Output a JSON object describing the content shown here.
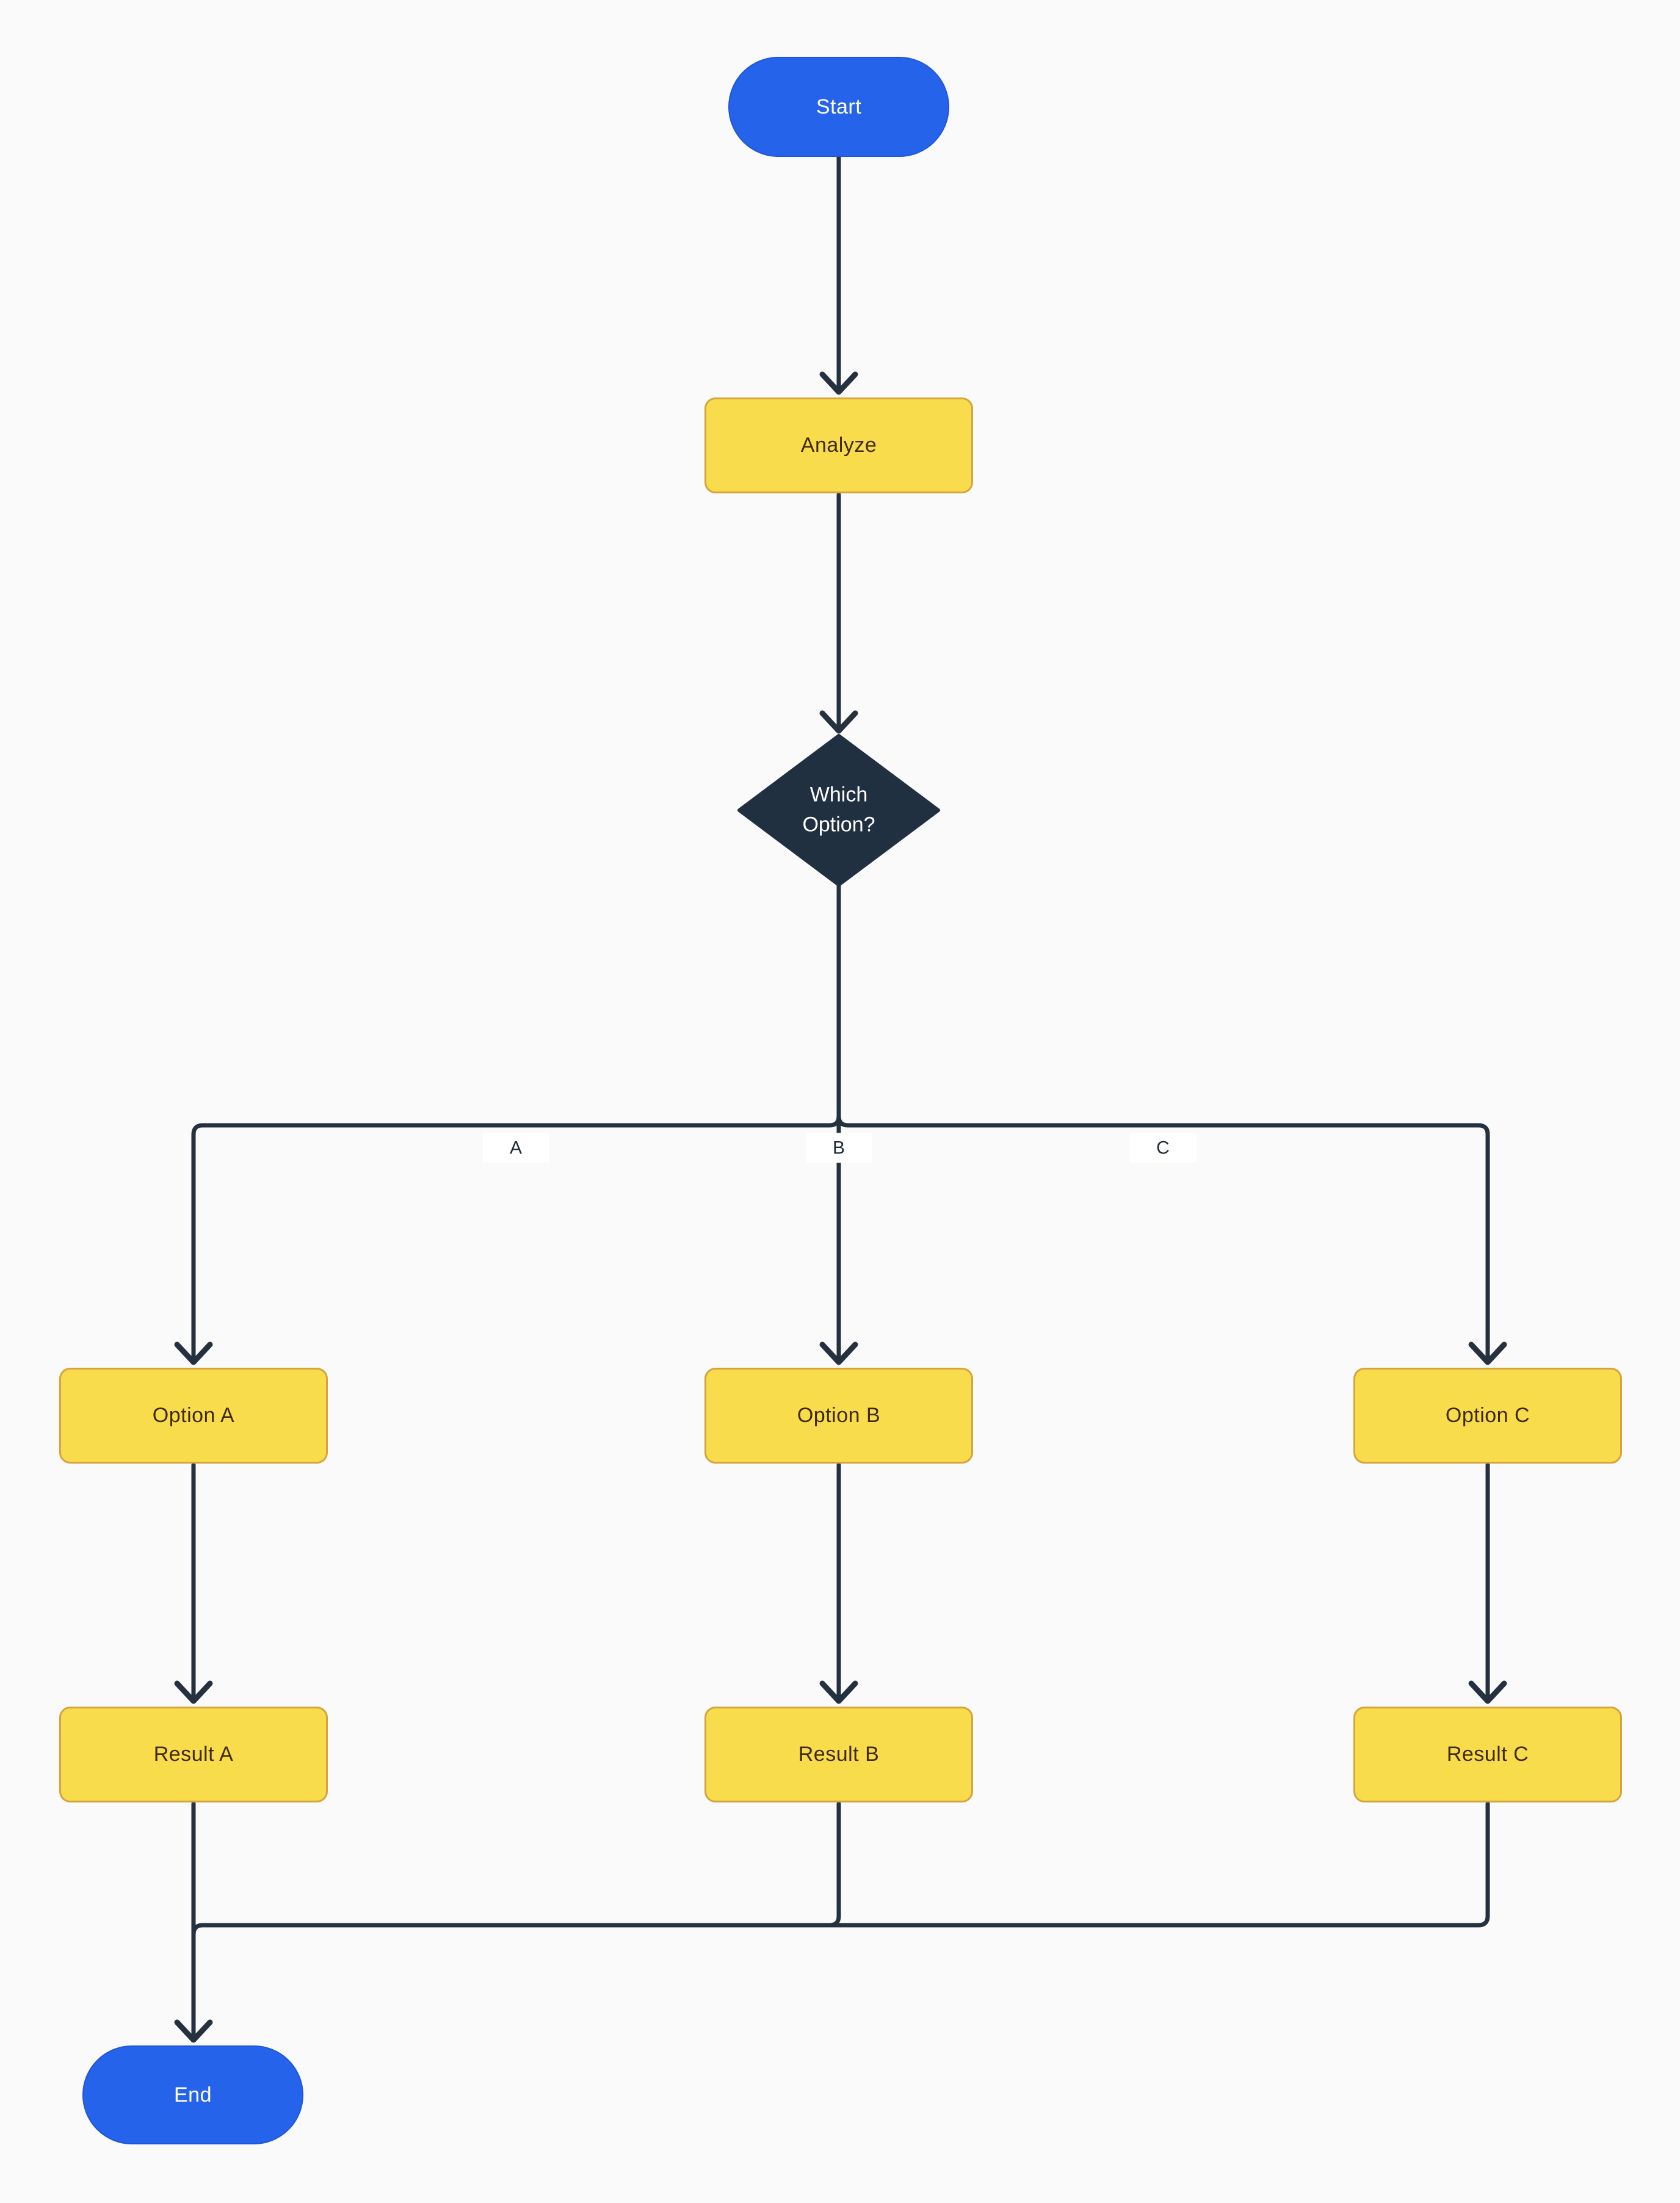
{
  "page": {
    "background_color": "#FAFAFA"
  },
  "diagram": {
    "type": "flowchart",
    "direction": "top-down",
    "colors": {
      "terminal_fill": "#2563EB",
      "terminal_text": "#FFFFFF",
      "process_fill": "#F9DC4B",
      "process_border": "#D5A43F",
      "process_text": "#3E2A04",
      "decision_fill": "#213040",
      "decision_text": "#FFFFFF",
      "edge_stroke": "#263140",
      "edge_label_bg": "#FFFFFF",
      "edge_label_text": "#1F2937"
    },
    "nodes": {
      "start": {
        "label": "Start",
        "shape": "stadium"
      },
      "analyze": {
        "label": "Analyze",
        "shape": "process"
      },
      "decision": {
        "label": "Which Option?",
        "shape": "diamond"
      },
      "option_a": {
        "label": "Option A",
        "shape": "process"
      },
      "option_b": {
        "label": "Option B",
        "shape": "process"
      },
      "option_c": {
        "label": "Option C",
        "shape": "process"
      },
      "result_a": {
        "label": "Result A",
        "shape": "process"
      },
      "result_b": {
        "label": "Result B",
        "shape": "process"
      },
      "result_c": {
        "label": "Result C",
        "shape": "process"
      },
      "end": {
        "label": "End",
        "shape": "stadium"
      }
    },
    "edges": [
      {
        "from": "start",
        "to": "analyze"
      },
      {
        "from": "analyze",
        "to": "decision"
      },
      {
        "from": "decision",
        "to": "option_a",
        "label": "A"
      },
      {
        "from": "decision",
        "to": "option_b",
        "label": "B"
      },
      {
        "from": "decision",
        "to": "option_c",
        "label": "C"
      },
      {
        "from": "option_a",
        "to": "result_a"
      },
      {
        "from": "option_b",
        "to": "result_b"
      },
      {
        "from": "option_c",
        "to": "result_c"
      },
      {
        "from": "result_a",
        "to": "end"
      },
      {
        "from": "result_b",
        "to": "end"
      },
      {
        "from": "result_c",
        "to": "end"
      }
    ]
  }
}
